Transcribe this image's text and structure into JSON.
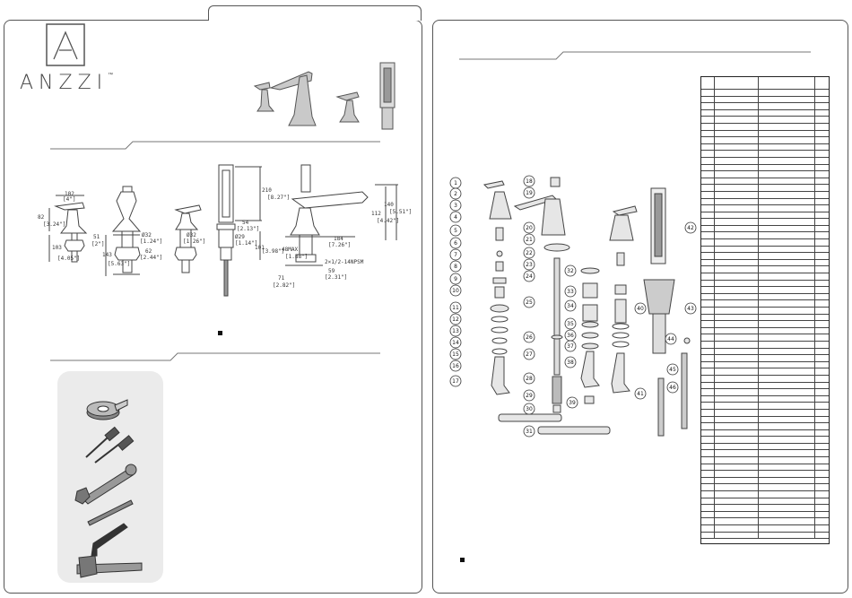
{
  "brand": {
    "name": "ANZZI",
    "trademark": "™"
  },
  "dimensions": {
    "d102": "102",
    "d102_in": "[4\"]",
    "d82": "82",
    "d82_in": "[3.24\"]",
    "d103": "103",
    "d103_in": "[4.05\"]",
    "d51": "51",
    "d51_in": "[2\"]",
    "d143": "143",
    "d143_in": "[5.63\"]",
    "d32a": "Ø32",
    "d32a_in": "[1.24\"]",
    "d62": "62",
    "d62_in": "[2.44\"]",
    "d32b": "Ø32",
    "d32b_in": "[1.26\"]",
    "d54": "54",
    "d54_in": "[2.13\"]",
    "d29": "Ø29",
    "d29_in": "[1.14\"]",
    "d101": "101",
    "d101_in": "[3.98\"]",
    "d210": "210",
    "d210_in": "[8.27\"]",
    "d112": "112",
    "d112_in": "[4.42\"]",
    "d140": "140",
    "d140_in": "[5.51\"]",
    "d184": "184",
    "d184_in": "[7.26\"]",
    "d48": "48MAX",
    "d48_in": "[1.88\"]",
    "thread": "2×1/2-14NPSM",
    "d71": "71",
    "d71_in": "[2.82\"]",
    "d59": "59",
    "d59_in": "[2.31\"]"
  },
  "part_numbers": [
    "1",
    "2",
    "3",
    "4",
    "5",
    "6",
    "7",
    "8",
    "9",
    "10",
    "11",
    "12",
    "13",
    "14",
    "15",
    "16",
    "17",
    "18",
    "19",
    "20",
    "21",
    "22",
    "23",
    "24",
    "25",
    "26",
    "27",
    "28",
    "29",
    "30",
    "31",
    "32",
    "33",
    "34",
    "35",
    "36",
    "37",
    "38",
    "39",
    "40",
    "41",
    "42",
    "43",
    "44",
    "45",
    "46"
  ],
  "tools": [
    "teflon-tape",
    "screwdrivers",
    "adjustable-wrench",
    "drill-bit",
    "hex-key",
    "pipe-wrench"
  ]
}
